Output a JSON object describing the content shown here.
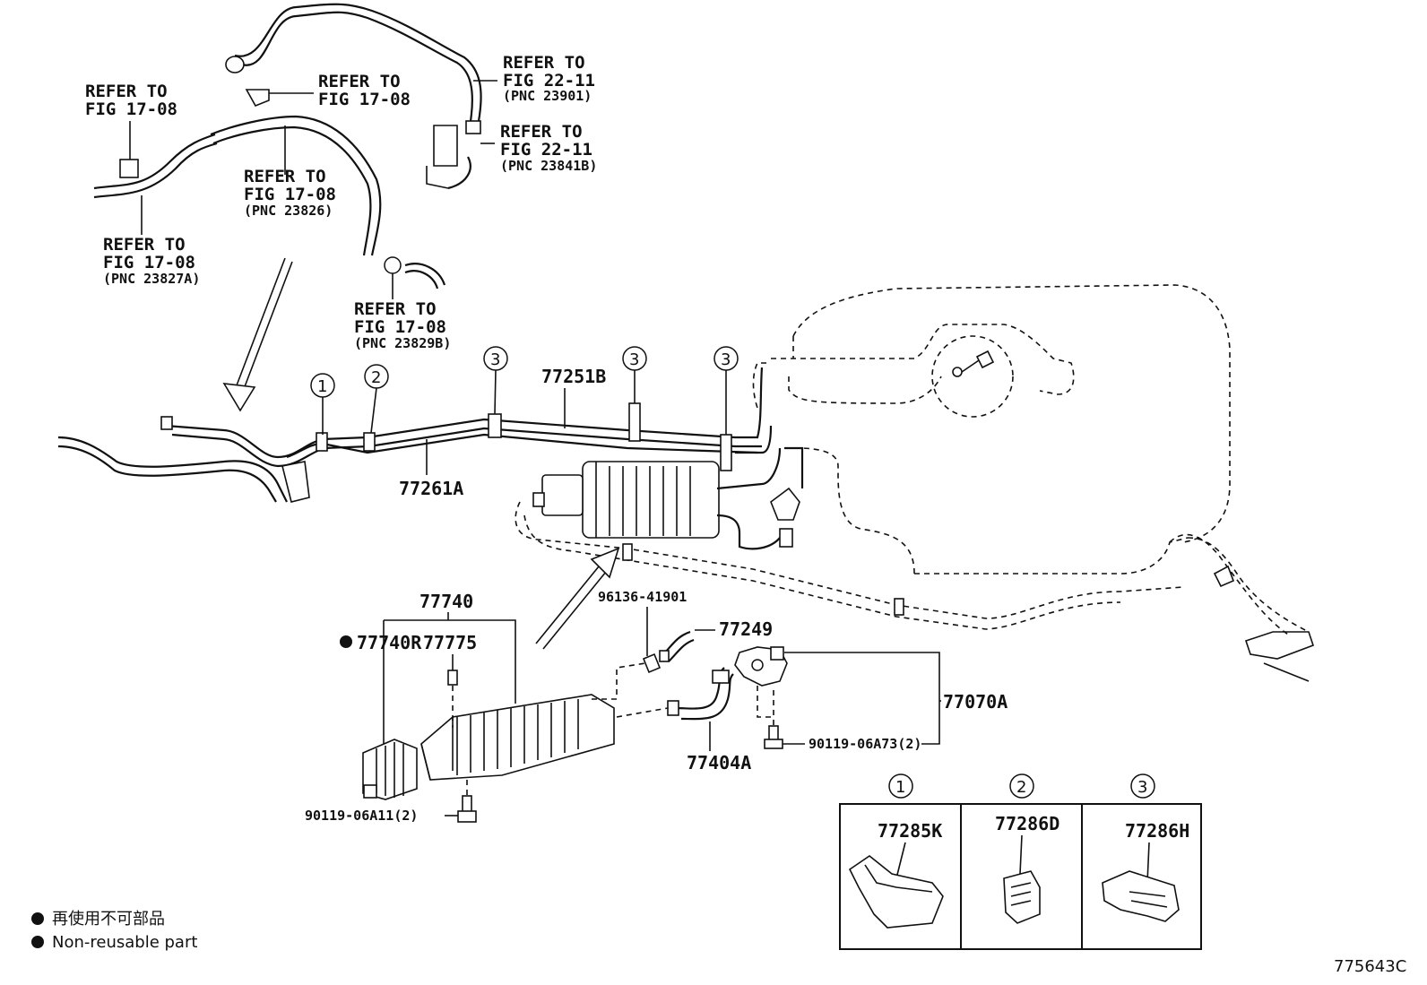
{
  "refs": {
    "r1": {
      "l1": "REFER TO",
      "l2": "FIG 17-08"
    },
    "r2": {
      "l1": "REFER TO",
      "l2": "FIG 17-08"
    },
    "r3": {
      "l1": "REFER TO",
      "l2": "FIG 22-11",
      "l3": "(PNC 23901)"
    },
    "r4": {
      "l1": "REFER TO",
      "l2": "FIG 22-11",
      "l3": "(PNC 23841B)"
    },
    "r5": {
      "l1": "REFER TO",
      "l2": "FIG 17-08",
      "l3": "(PNC 23826)"
    },
    "r6": {
      "l1": "REFER TO",
      "l2": "FIG 17-08",
      "l3": "(PNC 23827A)"
    },
    "r7": {
      "l1": "REFER TO",
      "l2": "FIG 17-08",
      "l3": "(PNC 23829B)"
    }
  },
  "clip_markers": {
    "c1": "1",
    "c2": "2",
    "c3": "3"
  },
  "parts": {
    "p77251B": "77251B",
    "p77261A": "77261A",
    "p96136": "96136-41901",
    "p77249": "77249",
    "p77740": "77740",
    "p77740R": "77740R",
    "p77775": "77775",
    "p77070A": "77070A",
    "p90119a73": "90119-06A73(2)",
    "p77404A": "77404A",
    "p90119a11": "90119-06A11(2)"
  },
  "clip_table": [
    {
      "marker": "1",
      "part": "77285K"
    },
    {
      "marker": "2",
      "part": "77286D"
    },
    {
      "marker": "3",
      "part": "77286H"
    }
  ],
  "legend": {
    "jp": "再使用不可部品",
    "en": "Non-reusable part"
  },
  "drawing_id": "775643C"
}
